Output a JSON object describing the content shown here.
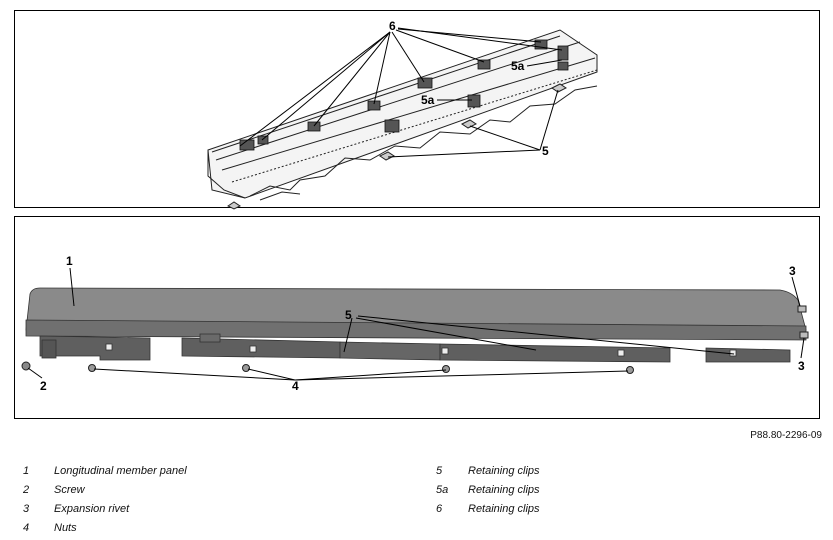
{
  "top_view": {
    "callouts": [
      "6",
      "5a",
      "5a",
      "5"
    ]
  },
  "bottom_view": {
    "callouts": [
      "1",
      "2",
      "3",
      "3",
      "4",
      "5"
    ]
  },
  "figure_code": "P88.80-2296-09",
  "legend": {
    "left": [
      {
        "num": "1",
        "text": "Longitudinal member panel"
      },
      {
        "num": "2",
        "text": "Screw"
      },
      {
        "num": "3",
        "text": "Expansion rivet"
      },
      {
        "num": "4",
        "text": "Nuts"
      }
    ],
    "right": [
      {
        "num": "5",
        "text": "Retaining clips"
      },
      {
        "num": "5a",
        "text": "Retaining clips"
      },
      {
        "num": "6",
        "text": "Retaining clips"
      }
    ]
  },
  "colors": {
    "panel": "#7d7d7d",
    "panel_dark": "#5e5e5e",
    "line": "#000000"
  }
}
